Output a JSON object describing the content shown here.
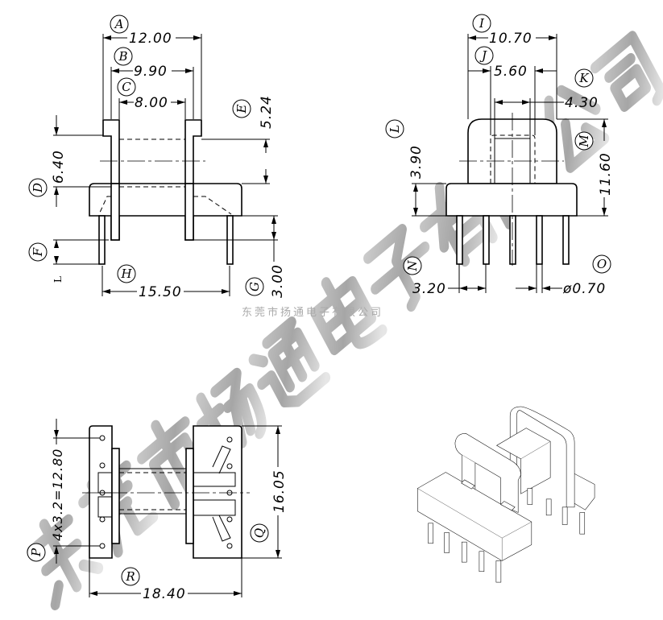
{
  "front_view": {
    "A": {
      "label": "A",
      "value": "12.00"
    },
    "B": {
      "label": "B",
      "value": "9.90"
    },
    "C": {
      "label": "C",
      "value": "8.00"
    },
    "D": {
      "label": "D",
      "value": "6.40"
    },
    "E": {
      "label": "E",
      "value": "5.24"
    },
    "F": {
      "label": "F",
      "value": "L"
    },
    "G": {
      "label": "G",
      "value": "3.00"
    },
    "H": {
      "label": "H",
      "value": "15.50"
    }
  },
  "side_view": {
    "I": {
      "label": "I",
      "value": "10.70"
    },
    "J": {
      "label": "J",
      "value": "5.60"
    },
    "K": {
      "label": "K",
      "value": "4.30"
    },
    "L": {
      "label": "L",
      "value": "3.90"
    },
    "M": {
      "label": "M",
      "value": "11.60"
    },
    "N": {
      "label": "N",
      "value": "3.20"
    },
    "O": {
      "label": "O",
      "value": "ø0.70"
    }
  },
  "bottom_view": {
    "P": {
      "label": "P",
      "value": "4x3.2=12.80"
    },
    "Q": {
      "label": "Q",
      "value": "16.05"
    },
    "R": {
      "label": "R",
      "value": "18.40"
    }
  },
  "watermark": {
    "small": "东莞市扬通电子有限公司",
    "large": "东莞市扬通电子有限公司"
  }
}
